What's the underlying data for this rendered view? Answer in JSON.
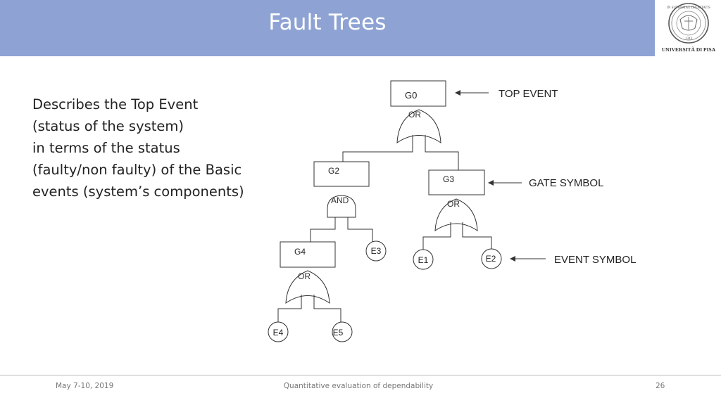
{
  "slide": {
    "title": "Fault Trees",
    "logo_text": "UNIVERSITÀ DI PISA",
    "logo_ring_text": "IN SUPREMAE DIGNITATIS",
    "logo_year": "1343",
    "description_lines": [
      "Describes the Top Event",
      "(status of the system)",
      "in terms of the status",
      "(faulty/non faulty) of the Basic",
      "events (system’s components)"
    ],
    "footer": {
      "date": "May 7-10, 2019",
      "center": "Quantitative evaluation of dependability",
      "page": "26"
    }
  },
  "diagram": {
    "nodes": {
      "g0": "G0",
      "g2": "G2",
      "g3": "G3",
      "g4": "G4",
      "e1": "E1",
      "e2": "E2",
      "e3": "E3",
      "e4": "E4",
      "e5": "E5"
    },
    "gates": {
      "g0_gate": "OR",
      "g2_gate": "AND",
      "g3_gate": "OR",
      "g4_gate": "OR"
    },
    "callouts": {
      "top_event": "TOP EVENT",
      "gate_symbol": "GATE SYMBOL",
      "event_symbol": "EVENT SYMBOL"
    }
  }
}
